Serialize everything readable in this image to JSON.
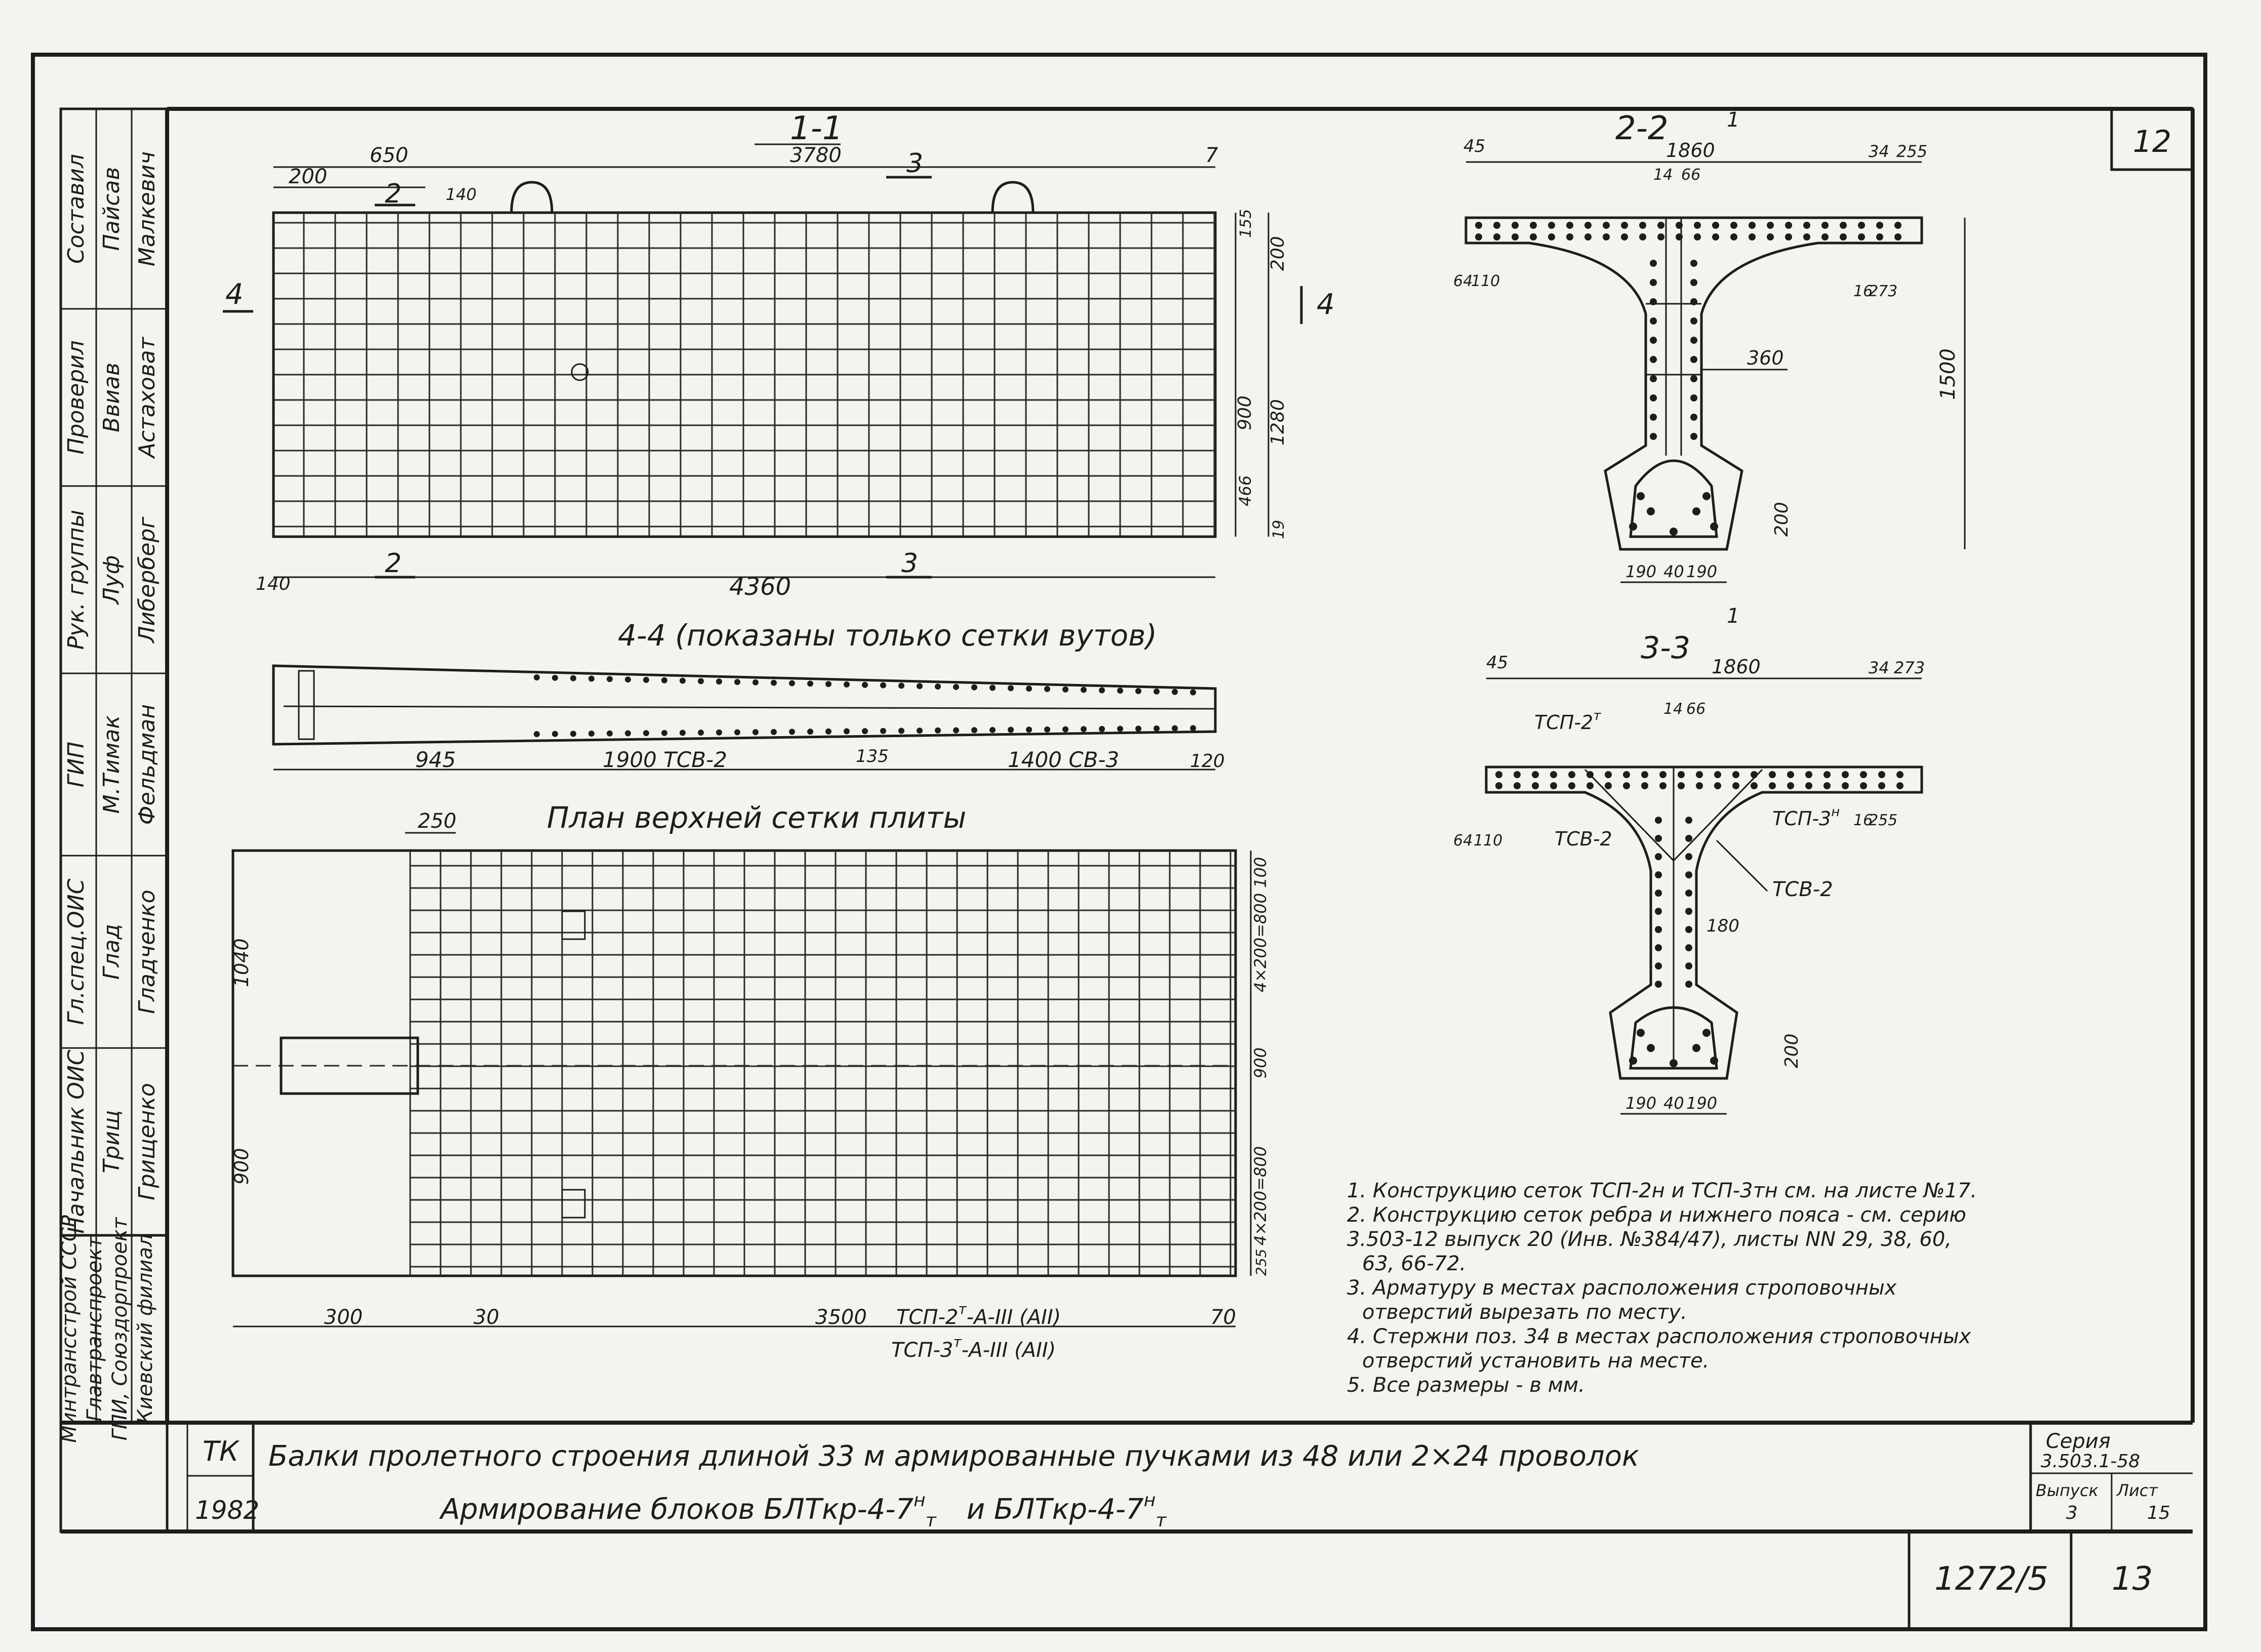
{
  "sheet": {
    "sheet_number": "12",
    "bottom_left_code": "1272/5",
    "bottom_right_number": "13"
  },
  "side_stamp": {
    "org_lines": [
      "Минтрансстрой СССР",
      "Главтранспроект",
      "ГПИ, Союздорпроект",
      "Киевский филиал"
    ],
    "roles": [
      {
        "role": "Составил",
        "signature": "Пайсав",
        "name": "Малкевич"
      },
      {
        "role": "Проверил",
        "signature": "Ввиав",
        "name": "Астаховат"
      },
      {
        "role": "Рук. группы",
        "signature": "Луф",
        "name": "Либерберг"
      },
      {
        "role": "ГИП",
        "signature": "М.Тимак",
        "name": "Фельдман"
      },
      {
        "role": "Гл.спец.ОИС",
        "signature": "Глад",
        "name": "Гладченко"
      },
      {
        "role": "Начальник ОИС",
        "signature": "Трищ",
        "name": "Грищенко"
      }
    ]
  },
  "title_block": {
    "tk": "ТК",
    "year": "1982",
    "title_line1": "Балки пролетного строения длиной 33 м армированные пучками из 48 или 2×24 проволок",
    "title_line2": "Армирование блоков БЛТкр-4-7",
    "title_line2_sup1": "н",
    "title_line2_sub1": "т",
    "title_line2_mid": "и БЛТкр-4-7",
    "title_line2_sup2": "н",
    "title_line2_sub2": "т",
    "series_label": "Серия",
    "series_value": "3.503.1-58",
    "issue_label": "Выпуск",
    "issue_value": "3",
    "sheet_label": "Лист",
    "sheet_value": "15"
  },
  "views": {
    "v11": {
      "title": "1-1",
      "dims": {
        "d3780": "3780",
        "d650": "650",
        "d200": "200",
        "d140": "140",
        "d7": "7",
        "d4360": "4360",
        "d140b": "140",
        "r155": "155",
        "r200": "200",
        "r900": "900",
        "r1280": "1280",
        "r466": "466",
        "r19": "19"
      },
      "cut2": "2",
      "cut3": "3",
      "cut4": "4"
    },
    "v44": {
      "title": "4-4 (показаны только сетки вутов)",
      "dims": {
        "d945": "945",
        "d1900": "1900 ТСВ-2",
        "d135": "135",
        "d1400": "1400 СВ-3",
        "d120": "120"
      }
    },
    "plan": {
      "title": "План верхней сетки плиты",
      "dims": {
        "d250": "250",
        "d1040": "1040",
        "d900": "900",
        "d300": "300",
        "d30": "30",
        "d3500": "3500",
        "d70": "70",
        "r_top": "4×200=800 100",
        "r_mid": "900",
        "r_bot": "4×200=800",
        "r255": "255"
      },
      "label1": "ТСП-2",
      "label1_sup": "т",
      "label1_rest": "-А-III (АII)",
      "label2": "ТСП-3",
      "label2_sup": "т",
      "label2_rest": "-А-III (АII)"
    },
    "v22": {
      "title": "2-2",
      "dims": {
        "d45": "45",
        "d1860": "1860",
        "d34": "34",
        "d255": "255",
        "d14": "14",
        "d66": "66",
        "d64": "64",
        "d110": "110",
        "d16": "16",
        "d273": "273",
        "d360": "360",
        "d1500": "1500",
        "d200": "200",
        "d190a": "190",
        "d40": "40",
        "d190b": "190"
      },
      "cut1": "1"
    },
    "v33": {
      "title": "3-3",
      "dims": {
        "d45": "45",
        "d1860": "1860",
        "d34": "34",
        "d273": "273",
        "d14": "14",
        "d66": "66",
        "d64": "64",
        "d110": "110",
        "d16": "16",
        "d255": "255",
        "d180": "180",
        "d200": "200",
        "d190a": "190",
        "d40": "40",
        "d190b": "190"
      },
      "labels": {
        "tsp2": "ТСП-2",
        "tsp2_sup": "т",
        "tsb2a": "ТСВ-2",
        "tsp3": "ТСП-3",
        "tsp3_sup": "н",
        "tsb2b": "ТСВ-2"
      }
    }
  },
  "notes": [
    "1. Конструкцию сеток ТСП-2н и ТСП-3тн см. на листе №17.",
    "2. Конструкцию сеток ребра и нижнего пояса - см. серию",
    "3.503-12 выпуск 20 (Инв. №384/47), листы NN 29, 38, 60,",
    "63, 66-72.",
    "3. Арматуру в местах расположения строповочных",
    "отверстий вырезать по месту.",
    "4. Стержни поз. 34 в местах расположения строповочных",
    "отверстий установить на месте.",
    "5. Все размеры - в мм."
  ]
}
